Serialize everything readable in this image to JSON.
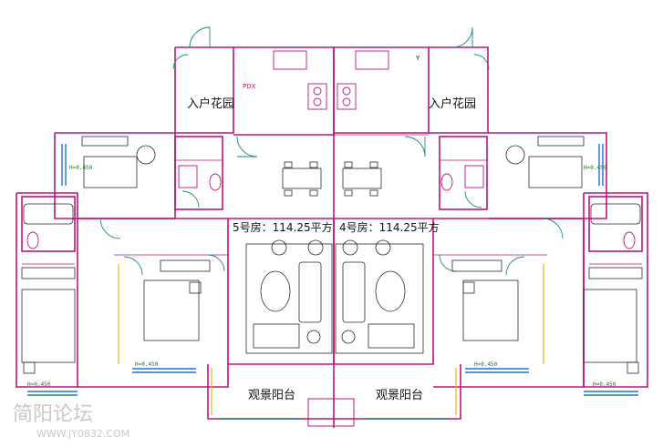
{
  "units": {
    "left": {
      "title": "5号房：114.25平方"
    },
    "right": {
      "title": "4号房：114.25平方"
    }
  },
  "rooms": {
    "entry_garden_left": "入户花园",
    "entry_garden_right": "入户花园",
    "balcony_left": "观景阳台",
    "balcony_right": "观景阳台"
  },
  "dimensions": {
    "left_a": "H=0.450",
    "left_b": "H=0.450",
    "left_c": "H=0.450",
    "right_a": "H=0.450",
    "right_b": "H=0.450",
    "right_c": "H=0.450"
  },
  "small_marks": {
    "pdx": "PDX",
    "y": "Y"
  },
  "watermark": {
    "text": "简阳论坛",
    "url": "WWW.JY0832.COM"
  },
  "colors": {
    "wall": "#c0147a",
    "window": "#1e73d6",
    "furniture": "#2a2a2a",
    "fixture": "#c0147a",
    "door": "#1a8a8a",
    "balcony_rail": "#d4c21a"
  }
}
